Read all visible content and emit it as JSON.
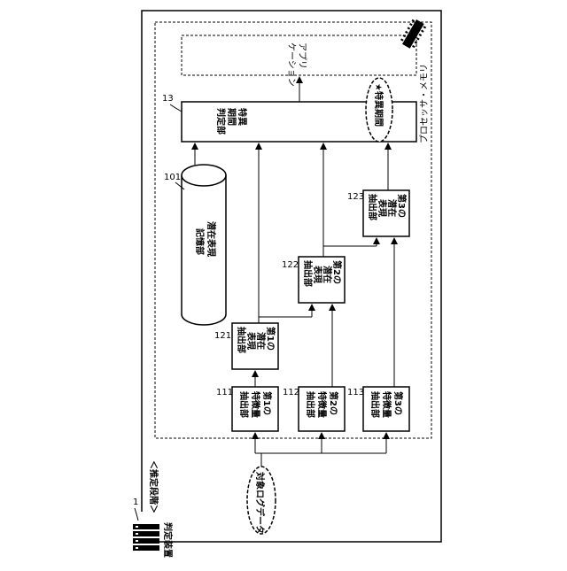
{
  "device": {
    "label": "判定装置",
    "ref": "1",
    "stage_label": "＜推定段階＞"
  },
  "processor_memory": {
    "label": "プロセッサ・メモリ"
  },
  "application": {
    "line1": "アプリ",
    "line2": "ケーション"
  },
  "judge_unit": {
    "ref": "13",
    "line1": "特異",
    "line2": "期間",
    "line3": "判定部",
    "output_label": "★特異期間"
  },
  "storage": {
    "ref": "101",
    "line1": "潜在表現",
    "line2": "記憶部"
  },
  "latent_extractors": [
    {
      "ref": "121",
      "lines": [
        "第1の",
        "潜在",
        "表現",
        "抽出部"
      ]
    },
    {
      "ref": "122",
      "lines": [
        "第2の",
        "潜在",
        "表現",
        "抽出部"
      ]
    },
    {
      "ref": "123",
      "lines": [
        "第3の",
        "潜在",
        "表現",
        "抽出部"
      ]
    }
  ],
  "feature_extractors": [
    {
      "ref": "111",
      "lines": [
        "第1の",
        "特徴量",
        "抽出部"
      ]
    },
    {
      "ref": "112",
      "lines": [
        "第2の",
        "特徴量",
        "抽出部"
      ]
    },
    {
      "ref": "113",
      "lines": [
        "第3の",
        "特徴量",
        "抽出部"
      ]
    }
  ],
  "input_data": {
    "label": "対象ログデータ"
  }
}
